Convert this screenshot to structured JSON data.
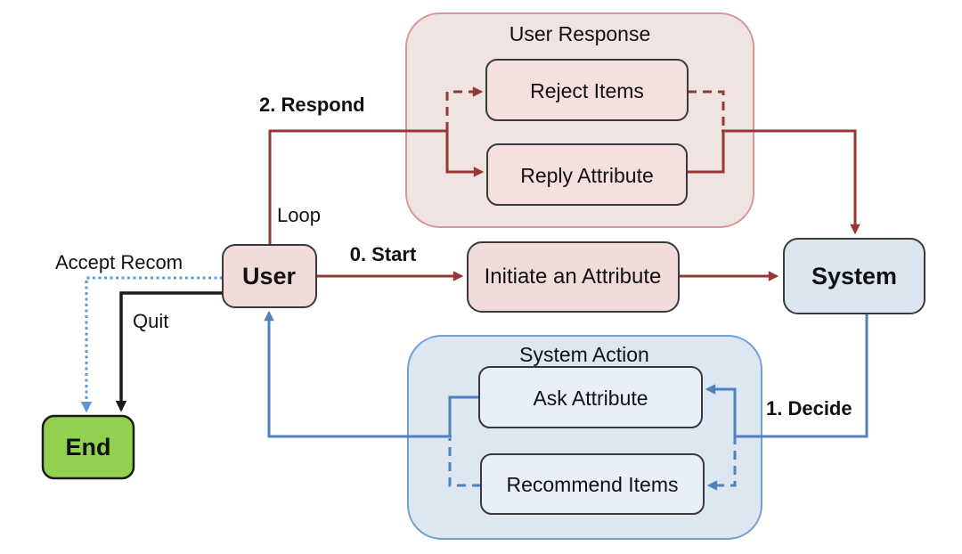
{
  "diagram": {
    "nodes": {
      "user": {
        "label": "User"
      },
      "system": {
        "label": "System"
      },
      "end": {
        "label": "End"
      },
      "initiate": {
        "label": "Initiate an Attribute"
      }
    },
    "groups": {
      "user_response": {
        "title": "User Response",
        "items": [
          {
            "label": "Reject Items"
          },
          {
            "label": "Reply Attribute"
          }
        ]
      },
      "system_action": {
        "title": "System Action",
        "items": [
          {
            "label": "Ask Attribute"
          },
          {
            "label": "Recommend Items"
          }
        ]
      }
    },
    "edge_labels": {
      "respond": "2. Respond",
      "loop": "Loop",
      "start": "0. Start",
      "decide": "1. Decide",
      "accept_recom": "Accept Recom",
      "quit": "Quit"
    },
    "edges": [
      {
        "from": "User",
        "to": "User Response",
        "label": "2. Respond / Loop",
        "color": "dark-red",
        "style": "solid"
      },
      {
        "from": "User Response entry",
        "to": "Reject Items",
        "color": "dark-red",
        "style": "dashed"
      },
      {
        "from": "User Response entry",
        "to": "Reply Attribute",
        "color": "dark-red",
        "style": "solid"
      },
      {
        "from": "User Response",
        "to": "System",
        "color": "dark-red",
        "style": "solid"
      },
      {
        "from": "User",
        "to": "Initiate an Attribute",
        "label": "0. Start",
        "color": "dark-red",
        "style": "solid"
      },
      {
        "from": "Initiate an Attribute",
        "to": "System",
        "color": "dark-red",
        "style": "solid"
      },
      {
        "from": "System",
        "to": "System Action",
        "label": "1. Decide",
        "color": "blue",
        "style": "solid"
      },
      {
        "from": "System Action entry",
        "to": "Ask Attribute",
        "color": "blue",
        "style": "solid"
      },
      {
        "from": "System Action entry",
        "to": "Recommend Items",
        "color": "blue",
        "style": "dashed"
      },
      {
        "from": "System Action",
        "to": "User",
        "color": "blue",
        "style": "solid"
      },
      {
        "from": "User",
        "to": "End",
        "label": "Accept Recom",
        "color": "light-blue",
        "style": "dotted"
      },
      {
        "from": "User",
        "to": "End",
        "label": "Quit",
        "color": "black",
        "style": "solid"
      }
    ],
    "colors": {
      "edge_red": "#953735",
      "edge_blue": "#4f81bd",
      "edge_light_blue": "#5b9bd5",
      "edge_black": "#1a1a1a",
      "pink_group_fill": "#f0e4e3",
      "pink_group_border": "#d99694",
      "pink_box_fill": "#f5e0df",
      "blue_group_fill": "#dde7f2",
      "blue_group_border": "#74a0d0",
      "blue_box_fill": "#e9eff8",
      "node_pink_fill": "#f2dcdb",
      "node_blue_fill": "#dce6f1",
      "end_green": "#92d050",
      "box_border": "#3a3a3a"
    }
  }
}
